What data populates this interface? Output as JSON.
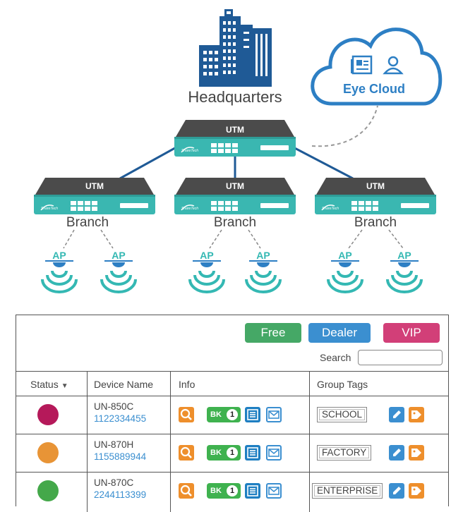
{
  "diagram": {
    "headquarters_label": "Headquarters",
    "cloud_label": "Eye Cloud",
    "device_label": "UTM",
    "branch_label": "Branch",
    "ap_label": "AP",
    "brand_mark": "ShareTech",
    "colors": {
      "navy": "#1f5a96",
      "teal": "#34b8b3",
      "blue": "#2d7fc4",
      "device_top": "#4b4b4b"
    }
  },
  "plans": {
    "free": "Free",
    "dealer": "Dealer",
    "vip": "VIP"
  },
  "search": {
    "label": "Search",
    "value": ""
  },
  "table": {
    "headers": {
      "status": "Status",
      "device_name": "Device Name",
      "info": "Info",
      "group_tags": "Group Tags"
    },
    "rows": [
      {
        "status_color": "#b5195a",
        "name": "UN-850C",
        "serial": "1122334455",
        "tag": "SCHOOL"
      },
      {
        "status_color": "#e89436",
        "name": "UN-870H",
        "serial": "1155889944",
        "tag": "FACTORY"
      },
      {
        "status_color": "#44a84a",
        "name": "UN-870C",
        "serial": "2244113399",
        "tag": "ENTERPRISE"
      }
    ],
    "bk_badge": {
      "text": "BK",
      "count": "1"
    },
    "icons": [
      "search-icon",
      "bk-badge",
      "list-icon",
      "mail-icon",
      "edit-icon",
      "tag-icon"
    ]
  }
}
